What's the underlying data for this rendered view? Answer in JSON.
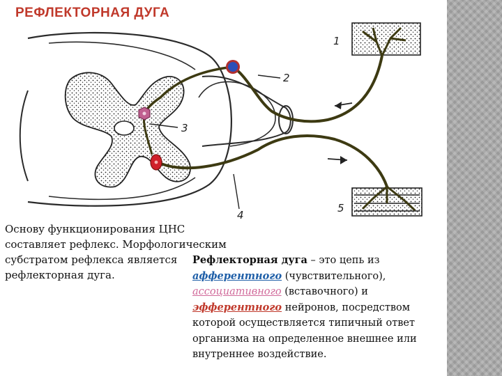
{
  "slide": {
    "title": "РЕФЛЕКТОРНАЯ ДУГА"
  },
  "diagram": {
    "labels": [
      "1",
      "2",
      "3",
      "4",
      "5"
    ],
    "colors": {
      "afferent_neuron": "#2a4fb8",
      "afferent_ring": "#b03030",
      "association_neuron": "#c06090",
      "efferent_neuron": "#d0202a",
      "nerve_fiber": "#3d3a12"
    }
  },
  "intro": {
    "text": "Основу функционирования ЦНС составляет рефлекс. Морфологическим субстратом рефлекса является рефлекторная дуга."
  },
  "definition": {
    "term": "Рефлекторная дуга",
    "dash": " – это цепь из ",
    "afferent_word": "афферентного",
    "afferent_note": " (чувствительного),",
    "association_word": "ассоциативного",
    "association_note": "  (вставочного)  и",
    "efferent_word": "эфферентного",
    "tail": " нейронов, посредством которой осуществляется типичный  ответ организма на определенное внешнее или внутреннее воздействие."
  },
  "decor": {
    "side_strip_color": "#9a9a9a"
  }
}
